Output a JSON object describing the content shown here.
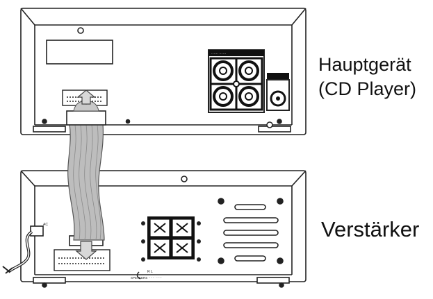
{
  "labels": {
    "main_unit_line1": "Hauptgerät",
    "main_unit_line2": "(CD Player)",
    "amplifier": "Verstärker"
  },
  "icons": {
    "rca": "rca-jack-icon",
    "fm": "fm-antenna-socket-icon",
    "speaker": "speaker-terminal-icon",
    "power": "power-cord-icon",
    "ribbon": "ribbon-cable-icon"
  }
}
